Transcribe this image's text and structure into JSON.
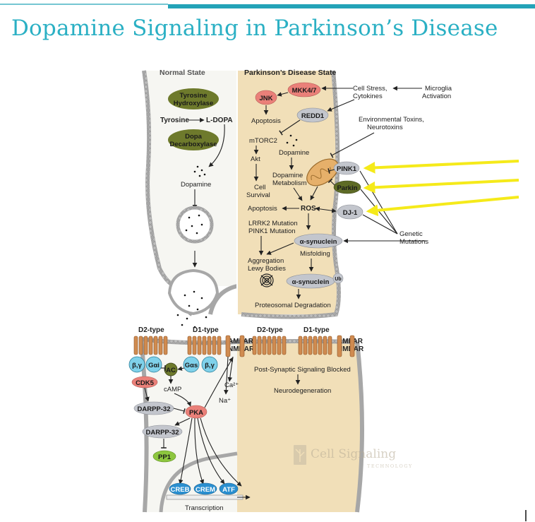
{
  "title": "Dopamine Signaling in Parkinson’s Disease",
  "colors": {
    "title": "#2bb0c4",
    "rule": "#23a3b8",
    "normal_cytoplasm": "#f6f6f2",
    "pd_cytoplasm": "#f1dfb8",
    "enzyme_olive": "#6e7a2c",
    "kinase_red": "#ea8079",
    "grey_protein": "#c3c6cd",
    "cyan_gprotein": "#7fd1ea",
    "blue_tf": "#2a8fd0",
    "green_pp1": "#8dc63f",
    "receptor": "#d08b50",
    "highlight_arrow": "#f5ea1a"
  },
  "sections": {
    "normal": "Normal State",
    "pd": "Parkinson’s Disease State"
  },
  "normal": {
    "tyrosine_hydroxylase": [
      "Tyrosine",
      "Hydroxylase"
    ],
    "tyrosine": "Tyrosine",
    "l_dopa": "L-DOPA",
    "dopa_decarboxylase": [
      "Dopa",
      "Decarboxylase"
    ],
    "dopamine": "Dopamine"
  },
  "pd": {
    "mkk47": "MKK4/7",
    "jnk": "JNK",
    "apoptosis1": "Apoptosis",
    "cell_stress": [
      "Cell Stress,",
      "Cytokines"
    ],
    "microglia": [
      "Microglia",
      "Activation"
    ],
    "redd1": "REDD1",
    "env_toxins": [
      "Environmental Toxins,",
      "Neurotoxins"
    ],
    "mtorc2": "mTORC2",
    "akt": "Akt",
    "cell_survival": [
      "Cell",
      "Survival"
    ],
    "dopamine": "Dopamine",
    "dopamine_metabolism": [
      "Dopamine",
      "Metabolism"
    ],
    "pink1": "PINK1",
    "parkin": "Parkin",
    "dj1": "DJ-1",
    "apoptosis2": "Apoptosis",
    "ros": "ROS",
    "lrrk2": [
      "LRRK2 Mutation",
      "PINK1 Mutation"
    ],
    "alpha_syn": "α-synuclein",
    "misfolding": "Misfolding",
    "aggregation": [
      "Aggregation",
      "Lewy Bodies"
    ],
    "alpha_syn_ub": "α-synuclein",
    "ub": "Ub",
    "genetic": [
      "Genetic",
      "Mutations"
    ],
    "proteosomal": "Proteosomal Degradation"
  },
  "post_normal": {
    "d2_type": "D2-type",
    "d1_type": "D1-type",
    "ampar": "AMPAR",
    "nmdar": "NMDAR",
    "by1": "β,γ",
    "gai": "Gαi",
    "ac": "AC",
    "gas": "Gαs",
    "by2": "β,γ",
    "cdk5": "CDK5",
    "camp": "cAMP",
    "darpp1": "DARPP-32",
    "pka": "PKA",
    "darpp2": "DARPP-32",
    "pp1": "PP1",
    "ca": "Ca²⁺",
    "na": "Na⁺",
    "creb": "CREB",
    "crem": "CREM",
    "atf": "ATF",
    "transcription": "Transcription"
  },
  "post_pd": {
    "d2_type": "D2-type",
    "d1_type": "D1-type",
    "ampar": "AMPAR",
    "nmdar": "NMDAR",
    "blocked": "Post-Synaptic Signaling Blocked",
    "neurodegeneration": "Neurodegeneration"
  },
  "watermark": {
    "name": "Cell Signaling",
    "sub": "TECHNOLOGY"
  },
  "annotation_arrows": {
    "count": 3,
    "targets": [
      "PINK1",
      "Parkin",
      "DJ-1"
    ]
  }
}
